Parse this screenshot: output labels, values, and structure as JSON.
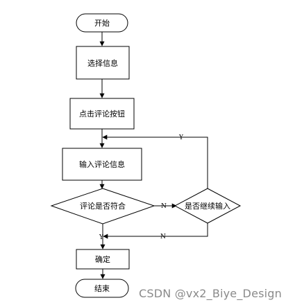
{
  "nodes": {
    "start": "开始",
    "select_info": "选择信息",
    "click_comment": "点击评论按钮",
    "input_comment": "输入评论信息",
    "check_comment": "评论是否符合",
    "continue_input": "是否继续输入",
    "confirm": "确定",
    "end": "结束"
  },
  "edges": {
    "check_to_continue": "N",
    "continue_loop_yes": "Y",
    "check_yes": "Y",
    "continue_no": "N"
  },
  "watermark": "CSDN @vx2_Biye_Design"
}
